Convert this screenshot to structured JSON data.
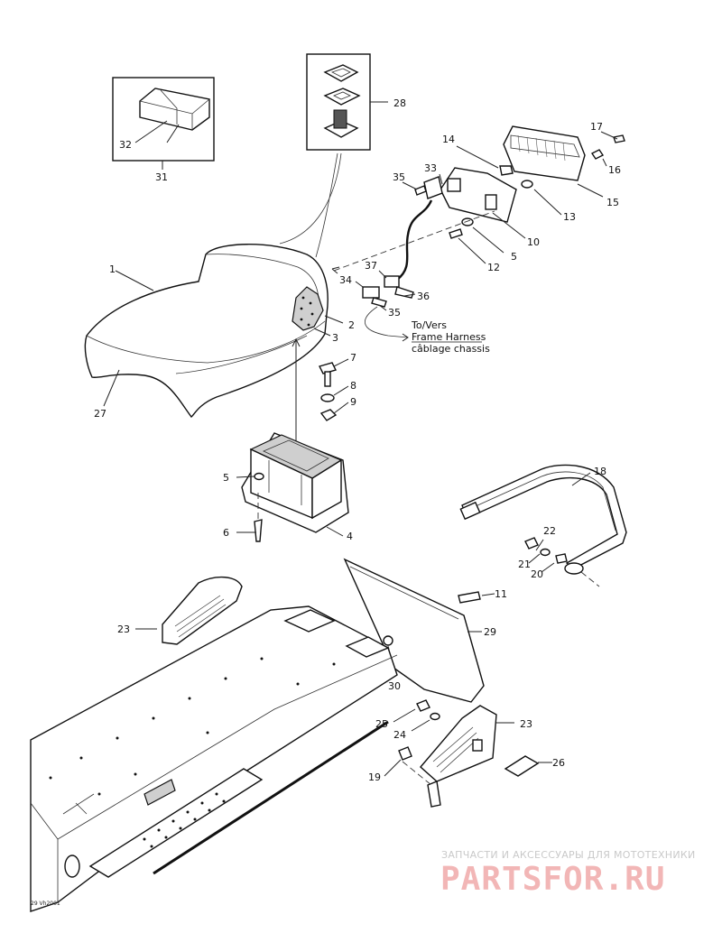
{
  "diagram": {
    "labels": [
      {
        "id": "1",
        "text": "1"
      },
      {
        "id": "2",
        "text": "2"
      },
      {
        "id": "3",
        "text": "3"
      },
      {
        "id": "4",
        "text": "4"
      },
      {
        "id": "5a",
        "text": "5"
      },
      {
        "id": "5b",
        "text": "5"
      },
      {
        "id": "6",
        "text": "6"
      },
      {
        "id": "7",
        "text": "7"
      },
      {
        "id": "8",
        "text": "8"
      },
      {
        "id": "9",
        "text": "9"
      },
      {
        "id": "10",
        "text": "10"
      },
      {
        "id": "11",
        "text": "11"
      },
      {
        "id": "12",
        "text": "12"
      },
      {
        "id": "13",
        "text": "13"
      },
      {
        "id": "14",
        "text": "14"
      },
      {
        "id": "15",
        "text": "15"
      },
      {
        "id": "16",
        "text": "16"
      },
      {
        "id": "17",
        "text": "17"
      },
      {
        "id": "18",
        "text": "18"
      },
      {
        "id": "19",
        "text": "19"
      },
      {
        "id": "20",
        "text": "20"
      },
      {
        "id": "21",
        "text": "21"
      },
      {
        "id": "22",
        "text": "22"
      },
      {
        "id": "23a",
        "text": "23"
      },
      {
        "id": "23b",
        "text": "23"
      },
      {
        "id": "24",
        "text": "24"
      },
      {
        "id": "25",
        "text": "25"
      },
      {
        "id": "26",
        "text": "26"
      },
      {
        "id": "27",
        "text": "27"
      },
      {
        "id": "28",
        "text": "28"
      },
      {
        "id": "29",
        "text": "29"
      },
      {
        "id": "30",
        "text": "30"
      },
      {
        "id": "31",
        "text": "31"
      },
      {
        "id": "32",
        "text": "32"
      },
      {
        "id": "33",
        "text": "33"
      },
      {
        "id": "34",
        "text": "34"
      },
      {
        "id": "35a",
        "text": "35"
      },
      {
        "id": "35b",
        "text": "35"
      },
      {
        "id": "36",
        "text": "36"
      },
      {
        "id": "37",
        "text": "37"
      }
    ],
    "harness_note": [
      "To/Vers",
      "Frame Harness",
      "câblage chassis"
    ],
    "footer_code": "29 Vh2001"
  },
  "watermark": {
    "tagline": "ЗАПЧАСТИ И АКСЕССУАРЫ ДЛЯ МОТОТЕХНИКИ",
    "logo": "PARTSFOR.RU"
  }
}
